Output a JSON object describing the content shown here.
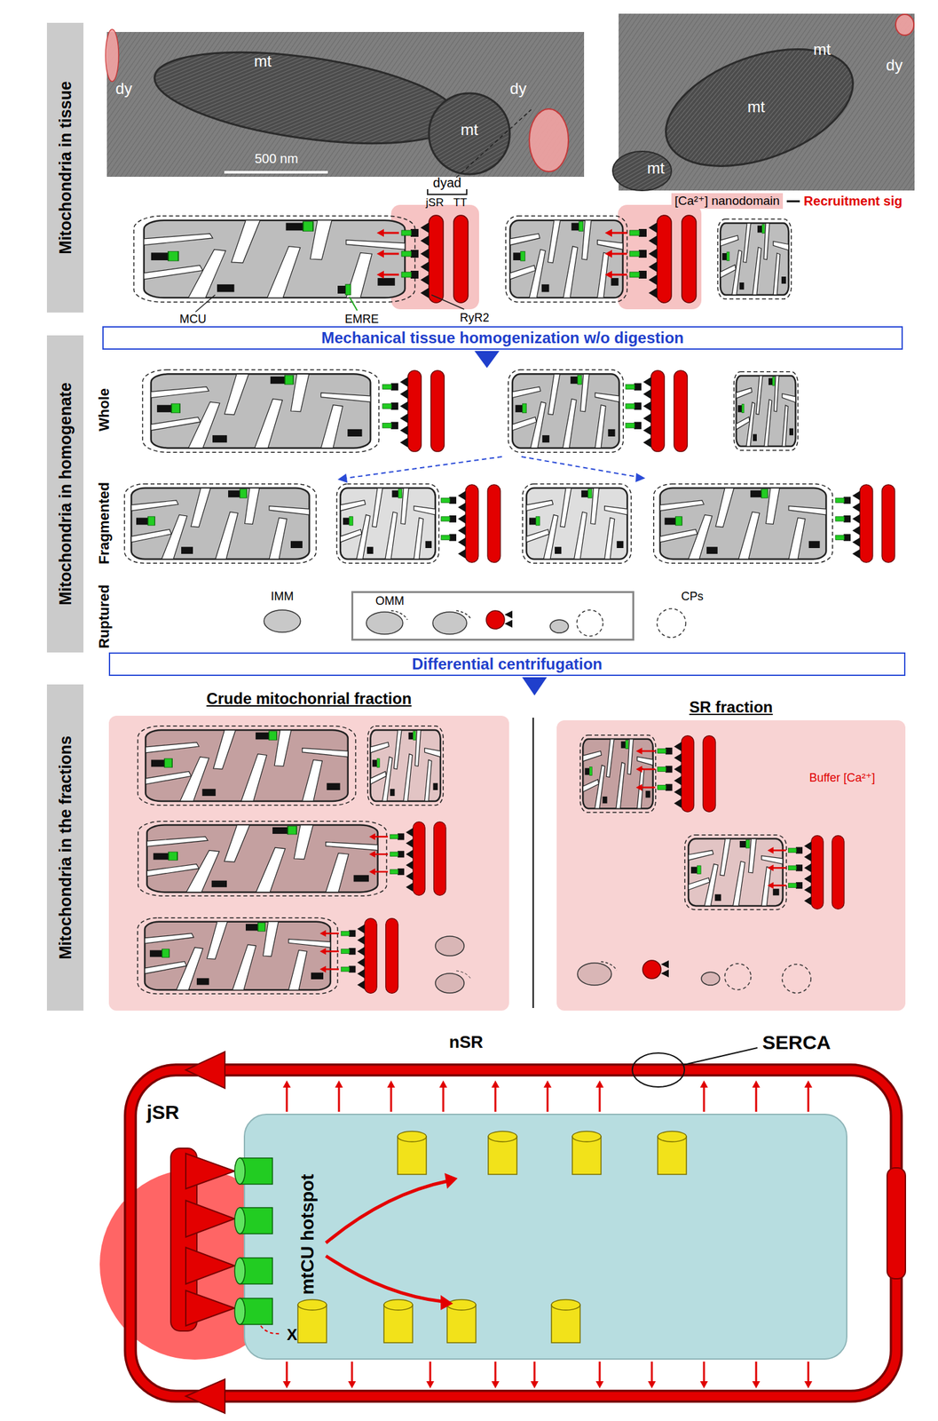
{
  "diagram": {
    "nodes": [
      {
        "text": [
          "Mitochondria in tissue"
        ]
      },
      {
        "text": [
          "Mechanical tissue homogenization w/o digestion"
        ]
      },
      {
        "text": [
          "Mitochondria in homogenate"
        ]
      },
      {
        "text": [
          "OMM"
        ]
      },
      {
        "text": [
          "Differential centrifugation"
        ]
      },
      {
        "text": [
          "Mitochondria in the fractions"
        ]
      },
      {
        "text": [
          "Crude mitochonrial fraction"
        ]
      },
      {
        "text": [
          "SR fraction",
          "Buffer [Ca²⁺]"
        ]
      }
    ],
    "labels": [
      "mt",
      "dy",
      "mt",
      "dy",
      "500 nm",
      "mt",
      "dy",
      "mt",
      "mt",
      "dyad",
      "jSR",
      "TT",
      "[Ca²⁺] nanodomain",
      "Recruitment sig",
      "MCU",
      "EMRE",
      "RyR2",
      "Whole",
      "Fragmented",
      "Ruptured",
      "IMM",
      "CPs",
      "nSR",
      "SERCA",
      "jSR",
      "mtCU hotspot",
      "X"
    ]
  }
}
